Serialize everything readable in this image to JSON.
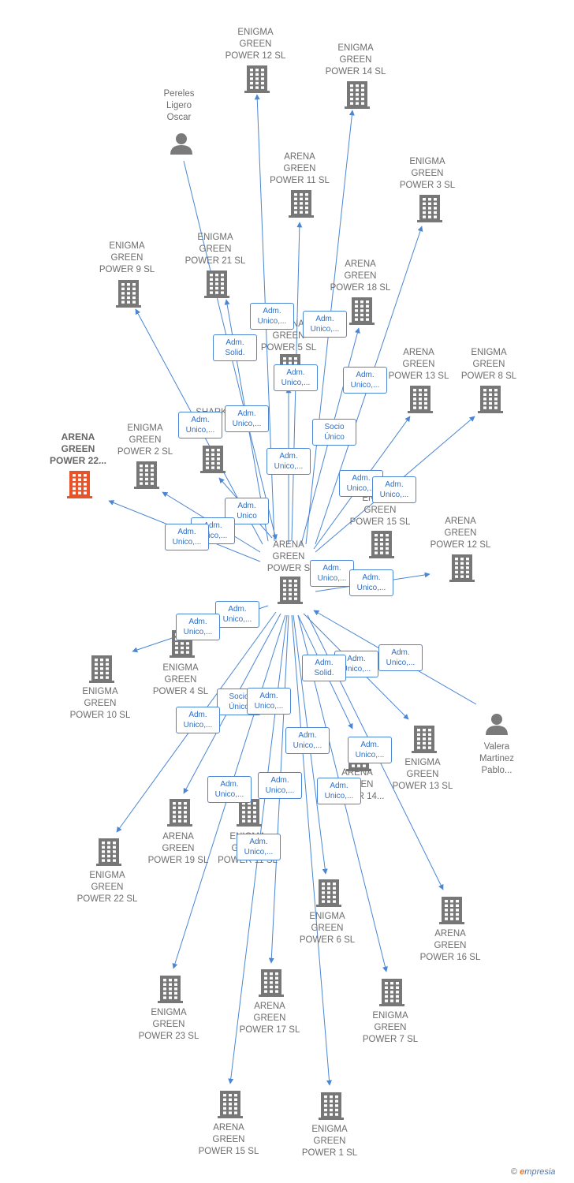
{
  "colors": {
    "edge": "#4a86d4",
    "building": "#777777",
    "highlight": "#e8542a",
    "person": "#7a7a7a"
  },
  "center": {
    "label": "ARENA\nGREEN\nPOWER  S",
    "icon": "building-icon"
  },
  "nodes": [
    {
      "id": "eg12",
      "label": "ENIGMA\nGREEN\nPOWER 12  SL",
      "icon": "building-icon"
    },
    {
      "id": "eg14",
      "label": "ENIGMA\nGREEN\nPOWER 14  SL",
      "icon": "building-icon"
    },
    {
      "id": "pereles",
      "label": "Pereles\nLigero\nOscar",
      "icon": "person-icon"
    },
    {
      "id": "ag11",
      "label": "ARENA\nGREEN\nPOWER 11  SL",
      "icon": "building-icon"
    },
    {
      "id": "eg3",
      "label": "ENIGMA\nGREEN\nPOWER 3  SL",
      "icon": "building-icon"
    },
    {
      "id": "eg9",
      "label": "ENIGMA\nGREEN\nPOWER 9  SL",
      "icon": "building-icon"
    },
    {
      "id": "eg21",
      "label": "ENIGMA\nGREEN\nPOWER 21  SL",
      "icon": "building-icon"
    },
    {
      "id": "ag18",
      "label": "ARENA\nGREEN\nPOWER 18  SL",
      "icon": "building-icon"
    },
    {
      "id": "ag5",
      "label": "ARENA\nGREEN\nPOWER 5  SL",
      "icon": "building-icon"
    },
    {
      "id": "ag13",
      "label": "ARENA\nGREEN\nPOWER 13  SL",
      "icon": "building-icon"
    },
    {
      "id": "eg8",
      "label": "ENIGMA\nGREEN\nPOWER 8  SL",
      "icon": "building-icon"
    },
    {
      "id": "ag22",
      "label": "ARENA\nGREEN\nPOWER 22...",
      "icon": "building-icon",
      "highlight": true
    },
    {
      "id": "eg2",
      "label": "ENIGMA\nGREEN\nPOWER 2  SL",
      "icon": "building-icon"
    },
    {
      "id": "shark",
      "label": "SHARK\nP\nSL",
      "icon": "building-icon"
    },
    {
      "id": "eg15",
      "label": "ENIGMA\nGREEN\nPOWER 15  SL",
      "icon": "building-icon"
    },
    {
      "id": "ag12",
      "label": "ARENA\nGREEN\nPOWER 12  SL",
      "icon": "building-icon"
    },
    {
      "id": "eg10",
      "label": "ENIGMA\nGREEN\nPOWER 10  SL",
      "icon": "building-icon"
    },
    {
      "id": "eg4",
      "label": "ENIGMA\nGREEN\nPOWER 4  SL",
      "icon": "building-icon"
    },
    {
      "id": "eg13",
      "label": "ENIGMA\nGREEN\nPOWER 13  SL",
      "icon": "building-icon"
    },
    {
      "id": "valera",
      "label": "Valera\nMartinez\nPablo...",
      "icon": "person-icon"
    },
    {
      "id": "ag14",
      "label": "ARENA\nGREEN\nPOWER 14...",
      "icon": "building-icon"
    },
    {
      "id": "ag19",
      "label": "ARENA\nGREEN\nPOWER 19  SL",
      "icon": "building-icon"
    },
    {
      "id": "eg11",
      "label": "ENIGMA\nGREEN\nPOWER 11  SL",
      "icon": "building-icon"
    },
    {
      "id": "eg22",
      "label": "ENIGMA\nGREEN\nPOWER 22  SL",
      "icon": "building-icon"
    },
    {
      "id": "eg6",
      "label": "ENIGMA\nGREEN\nPOWER 6  SL",
      "icon": "building-icon"
    },
    {
      "id": "ag16",
      "label": "ARENA\nGREEN\nPOWER 16  SL",
      "icon": "building-icon"
    },
    {
      "id": "eg23",
      "label": "ENIGMA\nGREEN\nPOWER 23  SL",
      "icon": "building-icon"
    },
    {
      "id": "ag17",
      "label": "ARENA\nGREEN\nPOWER 17  SL",
      "icon": "building-icon"
    },
    {
      "id": "eg7",
      "label": "ENIGMA\nGREEN\nPOWER 7  SL",
      "icon": "building-icon"
    },
    {
      "id": "ag15",
      "label": "ARENA\nGREEN\nPOWER 15  SL",
      "icon": "building-icon"
    },
    {
      "id": "eg1",
      "label": "ENIGMA\nGREEN\nPOWER 1  SL",
      "icon": "building-icon"
    }
  ],
  "badges": [
    {
      "label": "Adm.\nUnico,..."
    },
    {
      "label": "Adm.\nSolid."
    },
    {
      "label": "Adm.\nUnico,..."
    },
    {
      "label": "Adm.\nUnico,..."
    },
    {
      "label": "Adm.\nUnico,..."
    },
    {
      "label": "Adm.\nUnico,..."
    },
    {
      "label": "Adm.\nUnico,..."
    },
    {
      "label": "Socio\nÚnico"
    },
    {
      "label": "Adm.\nUnico,..."
    },
    {
      "label": "Adm.\nUnico,..."
    },
    {
      "label": "Adm.\nUnico,..."
    },
    {
      "label": "Adm.\nUnico"
    },
    {
      "label": "Adm.\nUnico,..."
    },
    {
      "label": "Adm.\nUnico,..."
    },
    {
      "label": "Adm.\nUnico,..."
    },
    {
      "label": "Adm.\nUnico,..."
    },
    {
      "label": "Adm.\nUnico,..."
    },
    {
      "label": "Adm.\nUnico,..."
    },
    {
      "label": "Adm.\nUnico,..."
    },
    {
      "label": "Adm.\nUnico,..."
    },
    {
      "label": "Adm.\nSolid."
    },
    {
      "label": "Socio\nÚnico"
    },
    {
      "label": "Adm.\nUnico,..."
    },
    {
      "label": "Adm.\nUnico,..."
    },
    {
      "label": "Adm.\nUnico,..."
    },
    {
      "label": "Adm.\nUnico,..."
    },
    {
      "label": "Adm.\nUnico,..."
    },
    {
      "label": "Adm.\nUnico,..."
    },
    {
      "label": "Adm.\nUnico,..."
    },
    {
      "label": "Adm.\nUnico,..."
    }
  ],
  "footer": {
    "copyright": "©",
    "brand_e": "e",
    "brand_rest": "mpresia"
  }
}
